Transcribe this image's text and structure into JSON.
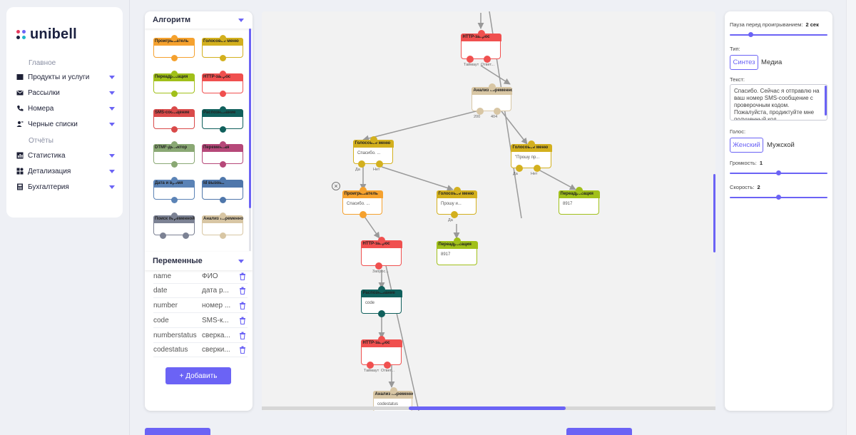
{
  "brand": {
    "name": "unibell",
    "dot_colors": [
      "#e5375c",
      "#6b63f5",
      "#1b2140",
      "#1fb6c9"
    ]
  },
  "nav": {
    "section_main": "Главное",
    "section_reports": "Отчёты",
    "items": [
      {
        "label": "Продукты и услуги",
        "icon": "box-icon"
      },
      {
        "label": "Рассылки",
        "icon": "mail-icon"
      },
      {
        "label": "Номера",
        "icon": "phone-icon"
      },
      {
        "label": "Черные списки",
        "icon": "user-block-icon"
      },
      {
        "label": "Статистика",
        "icon": "chart-icon"
      },
      {
        "label": "Детализация",
        "icon": "details-icon"
      },
      {
        "label": "Бухгалтерия",
        "icon": "calculator-icon"
      }
    ]
  },
  "algorithm_panel": {
    "title": "Алгоритм",
    "palette": [
      {
        "label": "Проигрыватель",
        "color": "#f5a12e"
      },
      {
        "label": "Голосовое меню",
        "color": "#d3b01e"
      },
      {
        "label": "Переадресация",
        "color": "#a1c01a"
      },
      {
        "label": "HTTP-запрос",
        "color": "#f0504f"
      },
      {
        "label": "SMS-сообщение",
        "color": "#d94a4a"
      },
      {
        "label": "Распознавание",
        "color": "#10605c"
      },
      {
        "label": "DTMF-детектор",
        "color": "#8aa874"
      },
      {
        "label": "Переменная",
        "color": "#b64879"
      },
      {
        "label": "Дата и время",
        "color": "#5b83b6"
      },
      {
        "label": "Id вызова",
        "color": "#4f77ab"
      },
      {
        "label": "Поиск переменной",
        "color": "#7c8294"
      },
      {
        "label": "Анализ переменной",
        "color": "#d8c6a4"
      }
    ]
  },
  "variables_panel": {
    "title": "Переменные",
    "rows": [
      {
        "name": "name",
        "value": "ФИО"
      },
      {
        "name": "date",
        "value": "дата р..."
      },
      {
        "name": "number",
        "value": "номер ..."
      },
      {
        "name": "code",
        "value": "SMS-к..."
      },
      {
        "name": "numberstatus",
        "value": "сверка..."
      },
      {
        "name": "codestatus",
        "value": "сверки..."
      }
    ],
    "add_label": "+ Добавить"
  },
  "canvas": {
    "nodes": [
      {
        "id": "n1",
        "title": "HTTP-запрос",
        "body": "",
        "color": "#f0504f",
        "ports": [
          "Таймаут",
          "Ответ..."
        ]
      },
      {
        "id": "n2",
        "title": "Анализ переменной",
        "body": "",
        "color": "#d8c6a4",
        "ports": [
          "200",
          "404"
        ]
      },
      {
        "id": "n3",
        "title": "Голосовое меню",
        "body": "Спасибо. ...",
        "color": "#d3b01e",
        "ports": [
          "Да",
          "Нет"
        ]
      },
      {
        "id": "n4",
        "title": "Голосовое меню",
        "body": "\"Прошу пр...",
        "color": "#d3b01e",
        "ports": [
          "Да",
          "Нет"
        ]
      },
      {
        "id": "n5",
        "title": "Проигрыватель",
        "body": "Спасибо. ...",
        "color": "#f5a12e",
        "ports": []
      },
      {
        "id": "n6",
        "title": "Голосовое меню",
        "body": "Прошу и...",
        "color": "#d3b01e",
        "ports": [
          "Да"
        ]
      },
      {
        "id": "n7",
        "title": "Переадресация",
        "body": "8917",
        "color": "#a1c01a",
        "ports": []
      },
      {
        "id": "n8",
        "title": "HTTP-запрос",
        "body": "",
        "color": "#f0504f",
        "ports": [
          "Запрос..."
        ]
      },
      {
        "id": "n9",
        "title": "Переадресация",
        "body": "8917",
        "color": "#a1c01a",
        "ports": []
      },
      {
        "id": "n10",
        "title": "Распознавание",
        "body": "code",
        "color": "#10605c",
        "ports": []
      },
      {
        "id": "n11",
        "title": "HTTP-запрос",
        "body": "",
        "color": "#f0504f",
        "ports": [
          "Таймаут",
          "Ответ..."
        ]
      },
      {
        "id": "n12",
        "title": "Анализ переменной",
        "body": "codestatus",
        "color": "#d8c6a4",
        "ports": []
      }
    ]
  },
  "properties": {
    "pause_label": "Пауза перед проигрыванием:",
    "pause_value": "2 сек",
    "pause_level": 0.2,
    "type_label": "Тип:",
    "type_options": [
      "Синтез",
      "Медиа"
    ],
    "type_selected": "Синтез",
    "text_label": "Текст:",
    "text_value": "Спасибо. Сейчас я отправлю на ваш номер SMS-сообщение с проверочным кодом. Пожалуйста, продиктуйте мне полученный код.",
    "voice_label": "Голос:",
    "voice_options": [
      "Женский",
      "Мужской"
    ],
    "voice_selected": "Женский",
    "volume_label": "Громкость:",
    "volume_value": "1",
    "volume_level": 0.5,
    "speed_label": "Скорость:",
    "speed_value": "2",
    "speed_level": 0.5
  },
  "colors": {
    "accent": "#6b63f5"
  }
}
